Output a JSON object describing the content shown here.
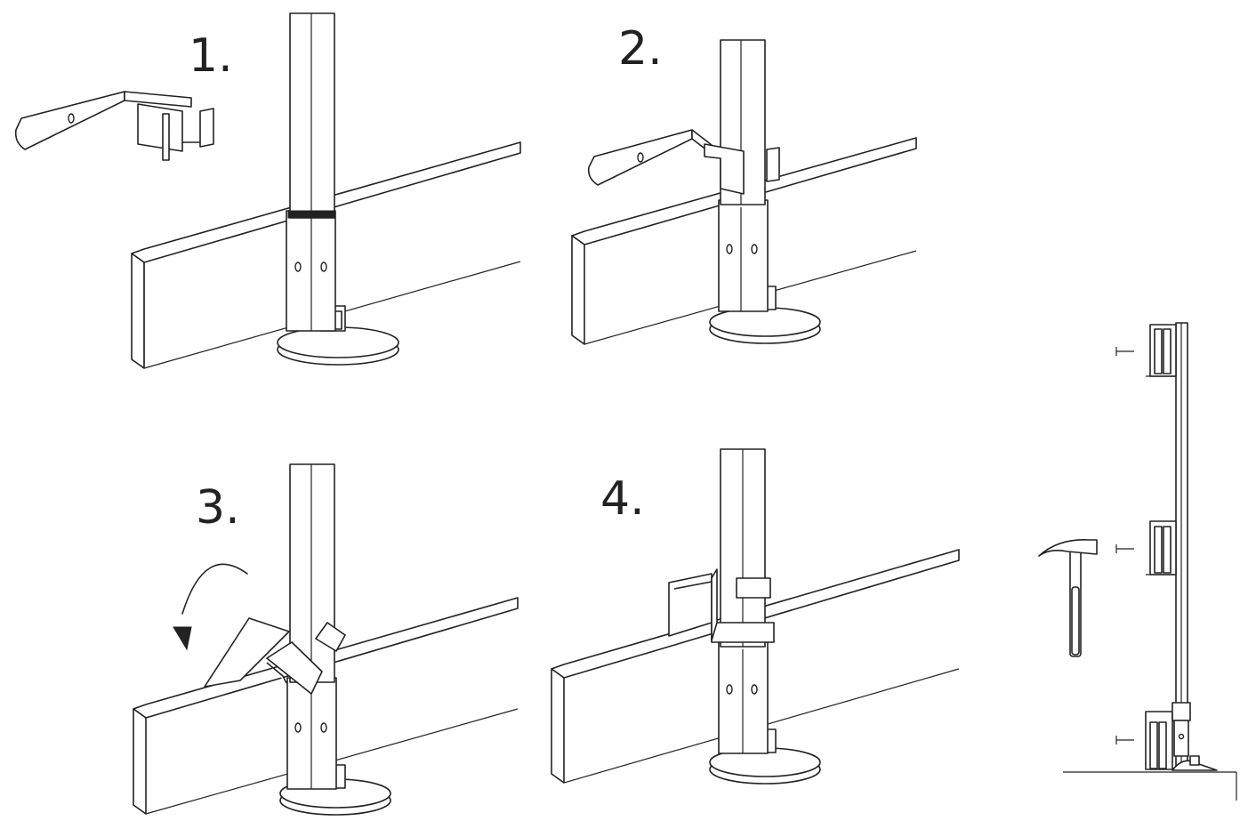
{
  "steps": [
    {
      "label": "1."
    },
    {
      "label": "2."
    },
    {
      "label": "3."
    },
    {
      "label": "4."
    }
  ],
  "icons": {
    "hammer": "hammer-icon",
    "rotate_arrow": "curved-arrow-icon"
  },
  "colors": {
    "line": "#222222",
    "background": "#ffffff"
  }
}
